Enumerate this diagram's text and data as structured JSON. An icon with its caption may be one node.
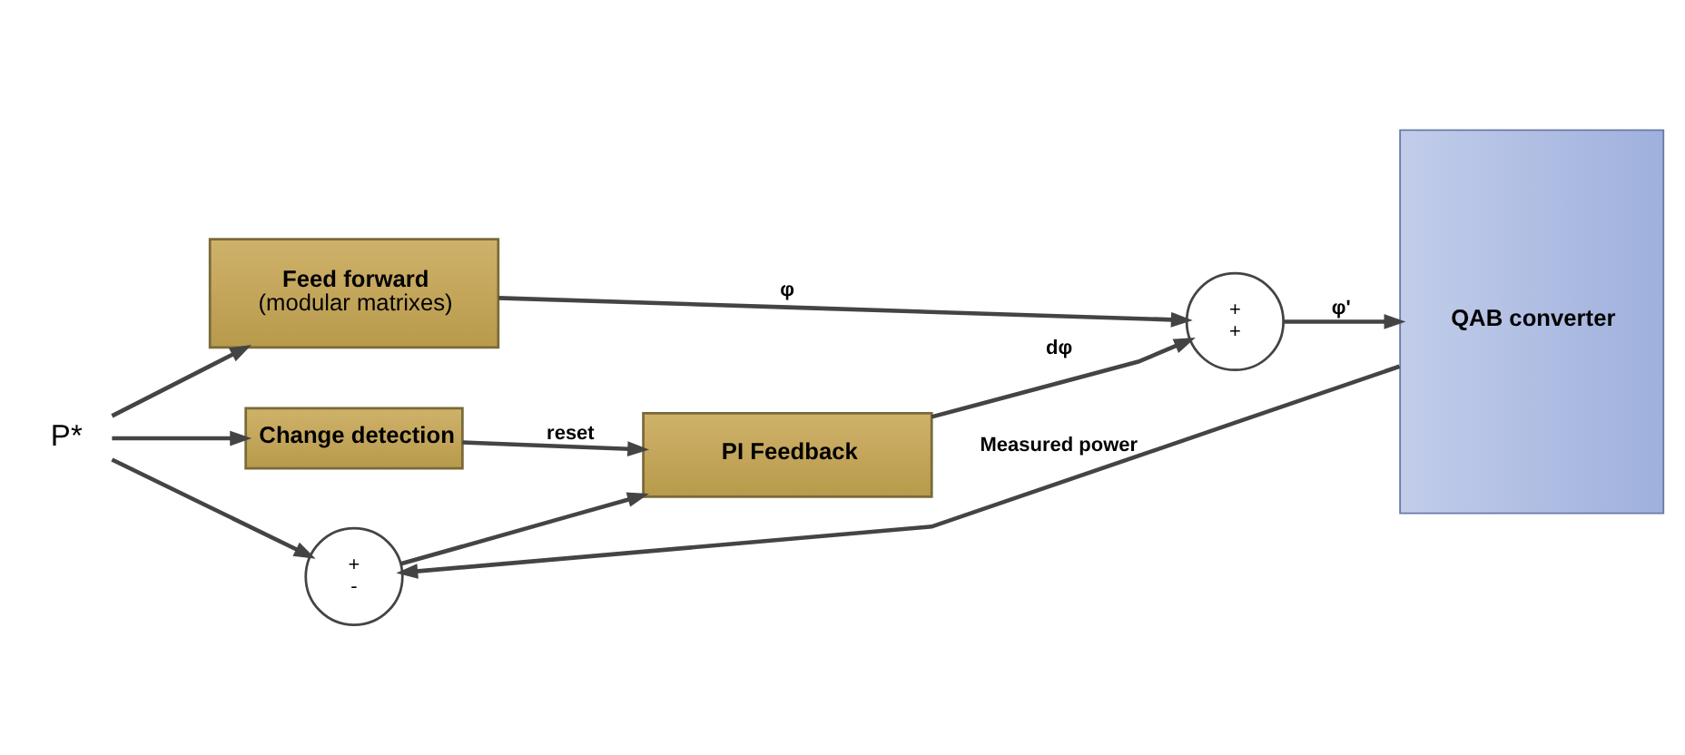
{
  "diagram": {
    "nodes": [
      {
        "text": [
          "P*"
        ]
      },
      {
        "text": [
          "Feed forward",
          "(modular matrixes)"
        ]
      },
      {
        "text": [
          "Change detection"
        ]
      },
      {
        "text": [
          "+",
          "-"
        ]
      },
      {
        "text": [
          "PI Feedback"
        ]
      },
      {
        "text": [
          "+",
          "+"
        ]
      },
      {
        "text": [
          "QAB converter"
        ]
      }
    ],
    "edges": [
      {
        "from": 0,
        "to": 1,
        "arrow": "to"
      },
      {
        "from": 0,
        "to": 2,
        "arrow": "to"
      },
      {
        "from": 0,
        "to": 3,
        "arrow": "to"
      },
      {
        "from": 1,
        "to": 5,
        "arrow": "to",
        "label": "φ"
      },
      {
        "from": 2,
        "to": 4,
        "arrow": "to",
        "label": "reset"
      },
      {
        "from": 3,
        "to": 4,
        "arrow": "to"
      },
      {
        "from": 4,
        "to": 5,
        "arrow": "to",
        "label": "dφ"
      },
      {
        "from": 5,
        "to": 6,
        "arrow": "to",
        "label": "φ'"
      },
      {
        "from": 6,
        "to": 3,
        "arrow": "to",
        "label": "Measured power"
      }
    ]
  }
}
